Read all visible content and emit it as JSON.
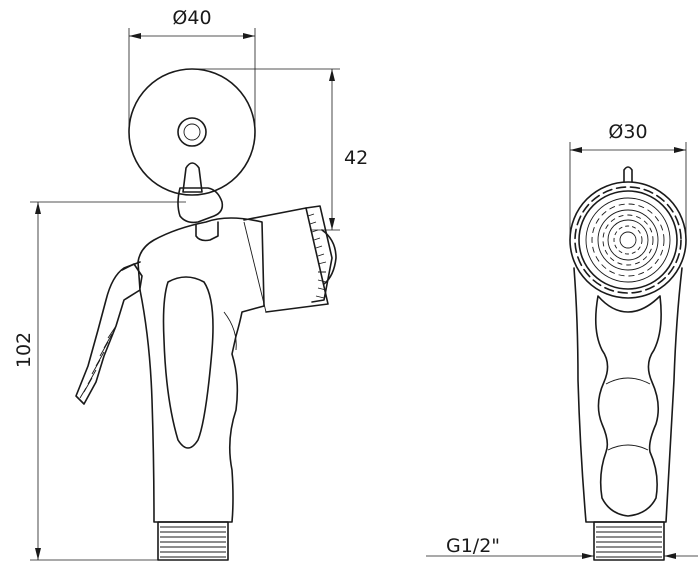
{
  "dimensions": {
    "wheel_diameter": "Ø40",
    "head_diameter": "Ø30",
    "wheel_height": "42",
    "overall_height": "102",
    "thread": "G1/2\""
  }
}
